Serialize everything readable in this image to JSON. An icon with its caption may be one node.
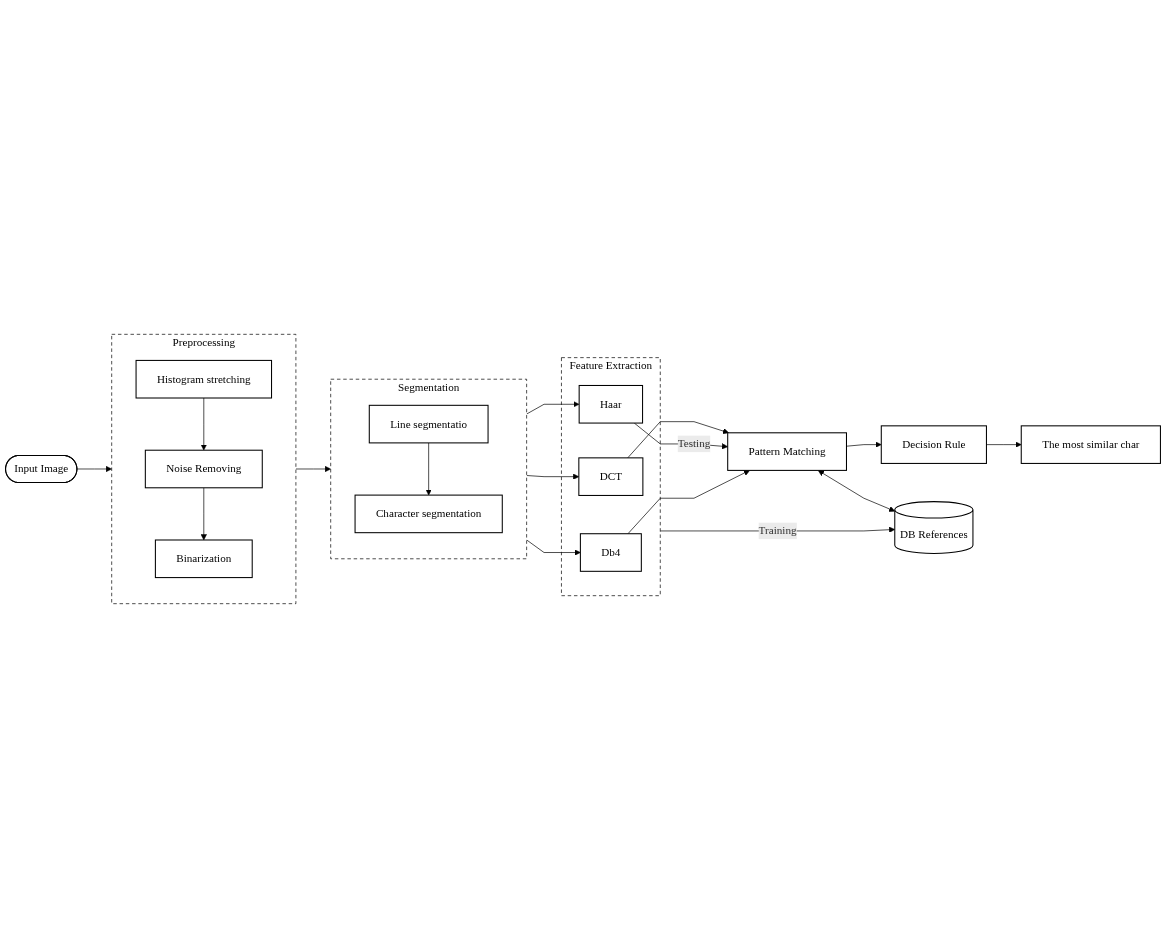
{
  "diagram": {
    "nodes": [
      {
        "text": [
          "Input Image"
        ]
      },
      {
        "text": [
          "Preprocessing"
        ]
      },
      {
        "text": [
          "Histogram stretching"
        ],
        "in": 1
      },
      {
        "text": [
          "Noise Removing"
        ],
        "in": 1
      },
      {
        "text": [
          "Binarization"
        ],
        "in": 1
      },
      {
        "text": [
          "Segmentation"
        ]
      },
      {
        "text": [
          "Line segmentatio"
        ],
        "in": 5
      },
      {
        "text": [
          "Character segmentation"
        ],
        "in": 5
      },
      {
        "text": [
          "Feature Extraction"
        ]
      },
      {
        "text": [
          "DCT"
        ],
        "in": 8
      },
      {
        "text": [
          "Haar"
        ],
        "in": 8
      },
      {
        "text": [
          "Db4"
        ],
        "in": 8
      },
      {
        "text": [
          "Pattern Matching"
        ]
      },
      {
        "text": [
          "Decision Rule"
        ]
      },
      {
        "text": [
          "The most similar char"
        ]
      },
      {
        "text": [
          "DB References"
        ]
      }
    ],
    "edges": [
      {
        "from": 0,
        "to": 1,
        "arrow": "to"
      },
      {
        "from": 2,
        "to": 3,
        "arrow": "to"
      },
      {
        "from": 3,
        "to": 4,
        "arrow": "to"
      },
      {
        "from": 1,
        "to": 5,
        "arrow": "to"
      },
      {
        "from": 6,
        "to": 7,
        "arrow": "to"
      },
      {
        "from": 5,
        "to": 9,
        "arrow": "to"
      },
      {
        "from": 5,
        "to": 10,
        "arrow": "to"
      },
      {
        "from": 5,
        "to": 11,
        "arrow": "to"
      },
      {
        "from": 9,
        "to": 12,
        "arrow": "to"
      },
      {
        "from": 10,
        "to": 12,
        "arrow": "to",
        "label": "Testing"
      },
      {
        "from": 11,
        "to": 12,
        "arrow": "to"
      },
      {
        "from": 12,
        "to": 13,
        "arrow": "to"
      },
      {
        "from": 13,
        "to": 14,
        "arrow": "to"
      },
      {
        "from": 12,
        "to": 15,
        "arrow": "both"
      },
      {
        "from": 8,
        "to": 15,
        "arrow": "to",
        "label": "Training"
      }
    ]
  }
}
